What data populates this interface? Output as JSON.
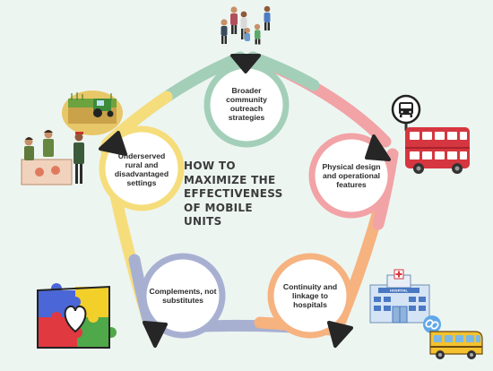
{
  "title": "HOW TO MAXIMIZE THE EFFECTIVENESS OF MOBILE UNITS",
  "nodes": [
    {
      "label": "Broader community outreach strategies",
      "color": "#a3cfb9"
    },
    {
      "label": "Physical design and operational features",
      "color": "#f2a3a6"
    },
    {
      "label": "Continuity and linkage to hospitals",
      "color": "#f6b27f"
    },
    {
      "label": "Complements, not substitutes",
      "color": "#a8b0d2"
    },
    {
      "label": "Underserved rural and disadvantaged settings",
      "color": "#f6dd7c"
    }
  ],
  "hospital_sign": "HOSPITAL",
  "colors": {
    "background": "#edf5f1",
    "arrow": "#262626",
    "node_fill": "#ffffff"
  },
  "icons": [
    "community-people-icon",
    "bus-stop-sign-icon",
    "double-decker-bus-icon",
    "hospital-building-icon",
    "link-icon",
    "school-bus-icon",
    "puzzle-heart-icon",
    "farm-tractor-icon",
    "market-vendors-icon"
  ]
}
